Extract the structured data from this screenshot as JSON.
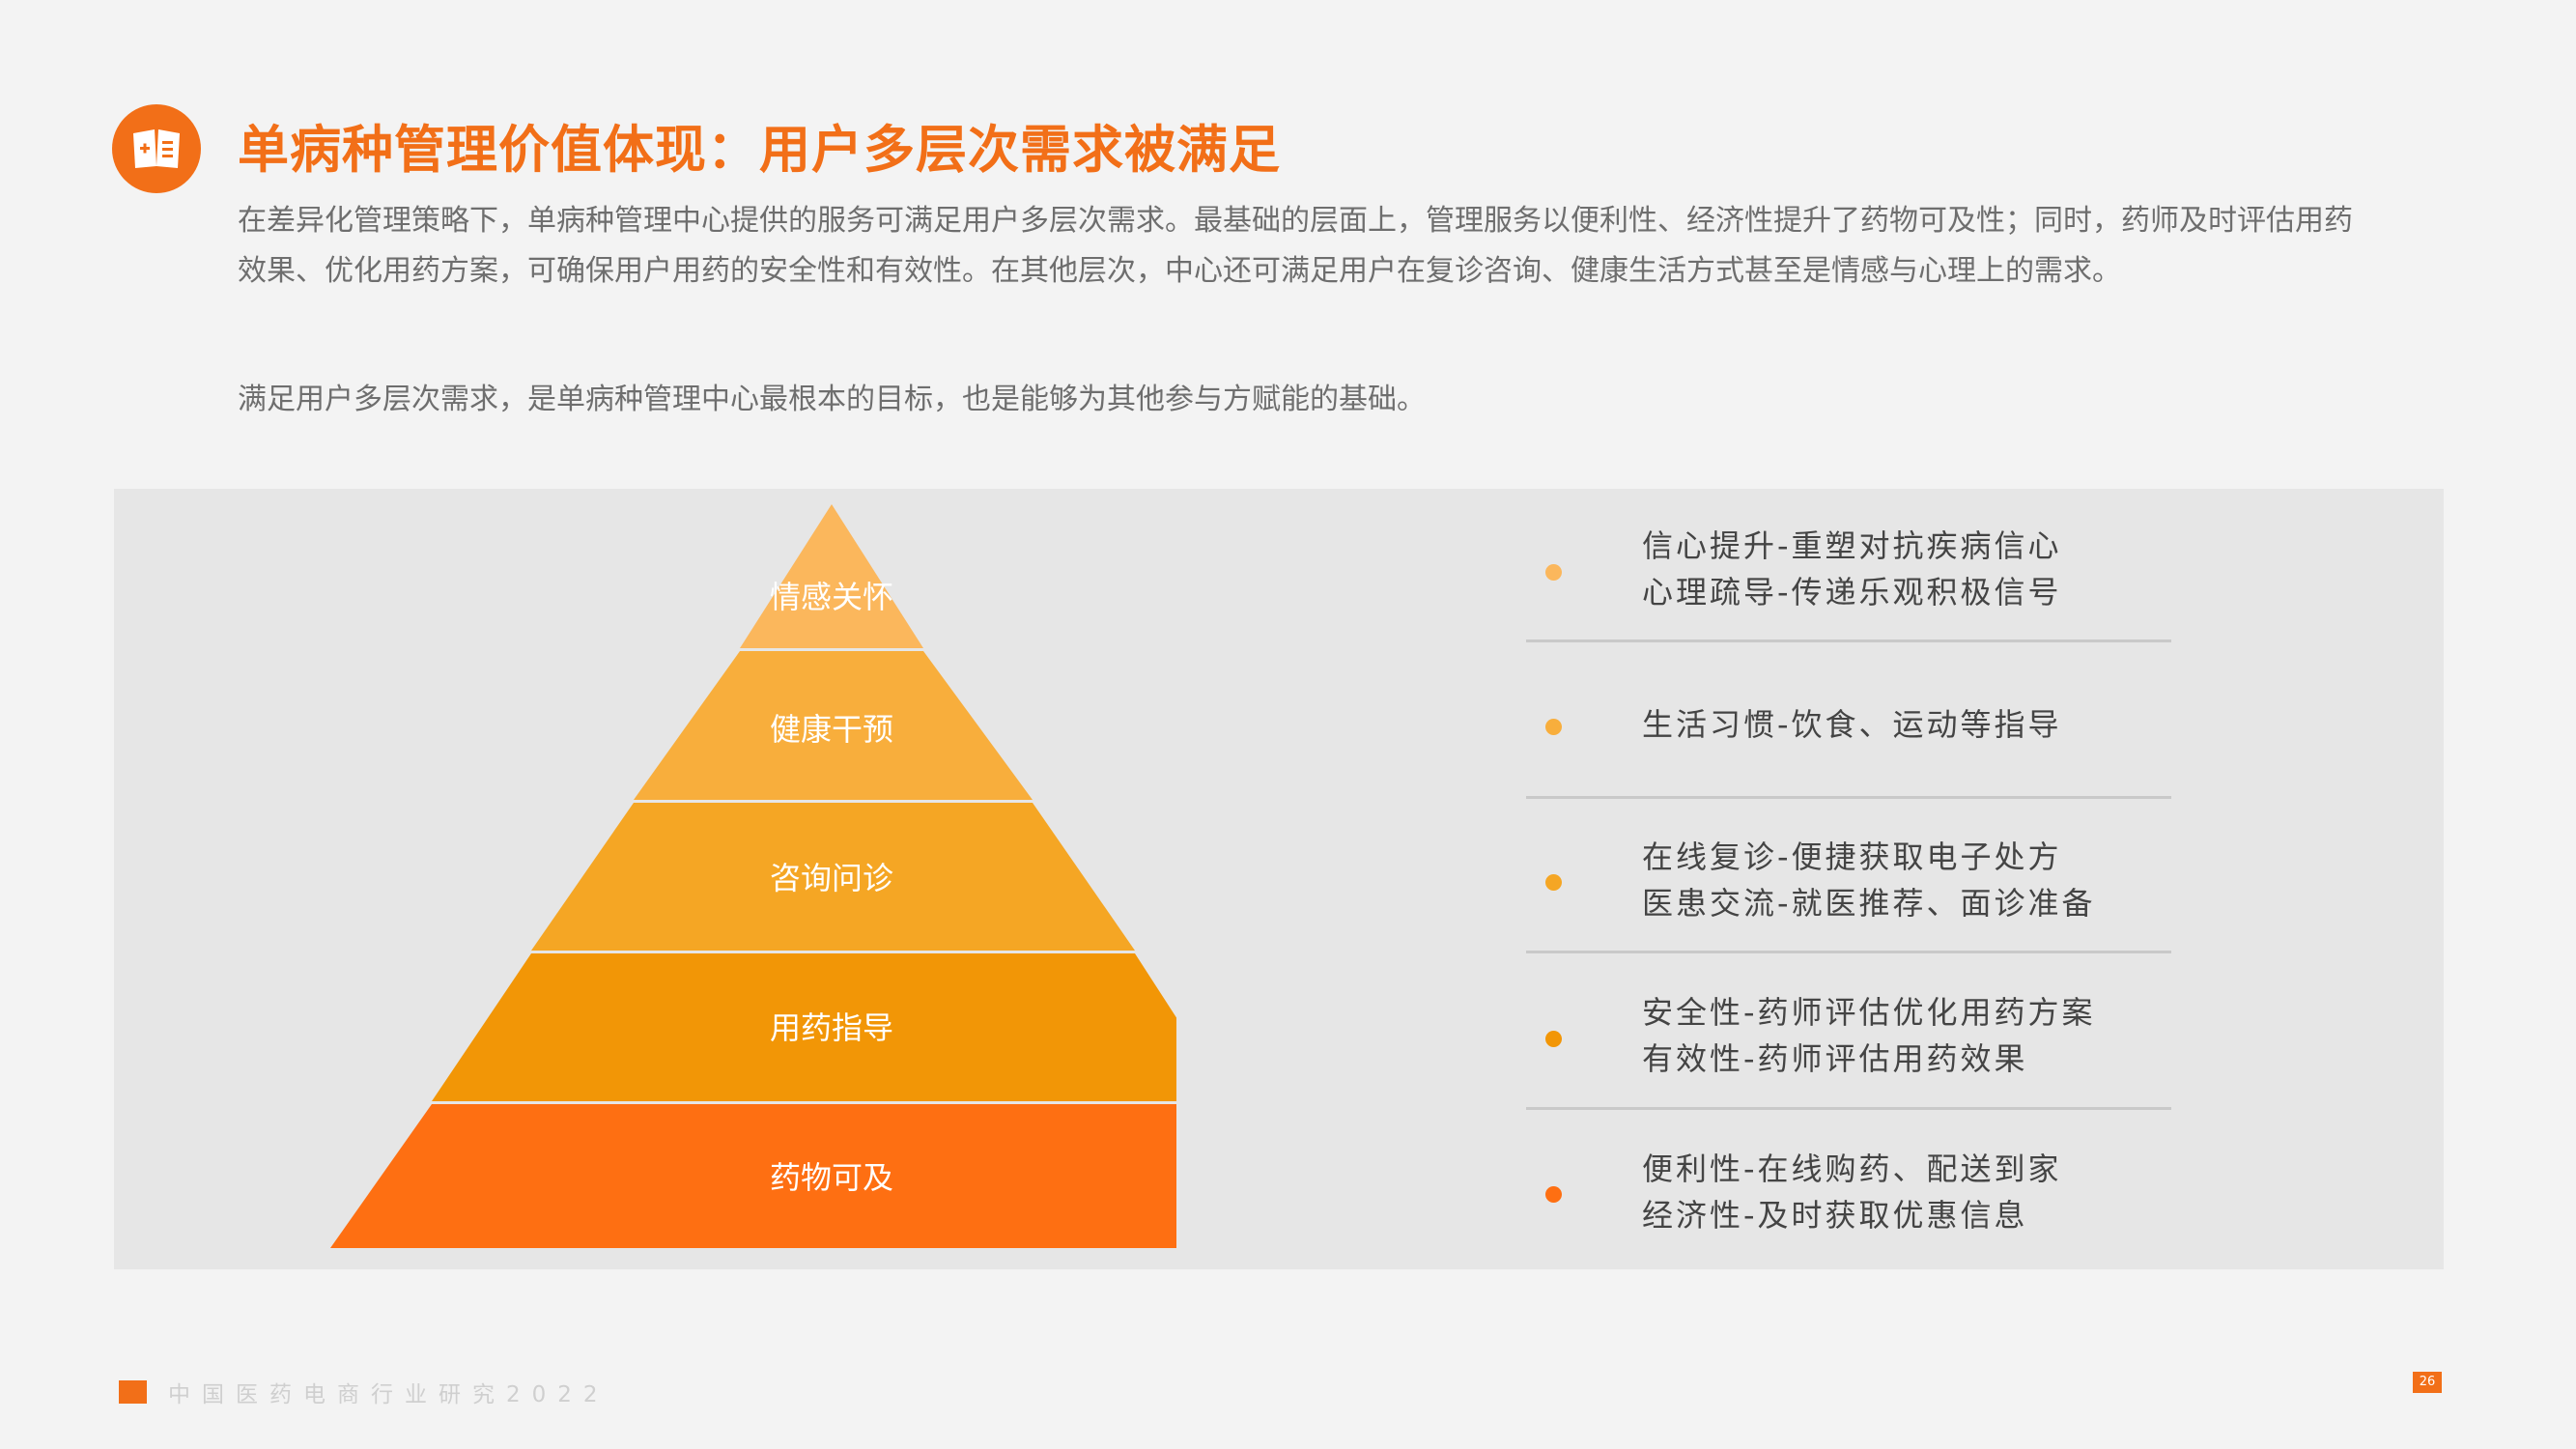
{
  "header": {
    "title": "单病种管理价值体现：用户多层次需求被满足",
    "logo_icon": "book-plus-icon"
  },
  "intro": {
    "paragraph_1": "在差异化管理策略下，单病种管理中心提供的服务可满足用户多层次需求。最基础的层面上，管理服务以便利性、经济性提升了药物可及性；同时，药师及时评估用药效果、优化用药方案，可确保用户用药的安全性和有效性。在其他层次，中心还可满足用户在复诊咨询、健康生活方式甚至是情感与心理上的需求。",
    "paragraph_2": "满足用户多层次需求，是单病种管理中心最根本的目标，也是能够为其他参与方赋能的基础。"
  },
  "pyramid": {
    "levels": [
      {
        "label": "情感关怀",
        "color": "#fbb75c",
        "dot_color": "#fbb75c",
        "lines": [
          "信心提升-重塑对抗疾病信心",
          "心理疏导-传递乐观积极信号"
        ]
      },
      {
        "label": "健康干预",
        "color": "#f8ae3c",
        "dot_color": "#f8ae3c",
        "lines": [
          "生活习惯-饮食、运动等指导"
        ]
      },
      {
        "label": "咨询问诊",
        "color": "#f5a624",
        "dot_color": "#f5a624",
        "lines": [
          "在线复诊-便捷获取电子处方",
          "医患交流-就医推荐、面诊准备"
        ]
      },
      {
        "label": "用药指导",
        "color": "#f29606",
        "dot_color": "#f29606",
        "lines": [
          "安全性-药师评估优化用药方案",
          "有效性-药师评估用药效果"
        ]
      },
      {
        "label": "药物可及",
        "color": "#fe6f12",
        "dot_color": "#fe6f12",
        "lines": [
          "便利性-在线购药、配送到家",
          "经济性-及时获取优惠信息"
        ]
      }
    ]
  },
  "footer": {
    "source": "中国医药电商行业研究2022",
    "page_number": "26"
  },
  "colors": {
    "accent": "#f26f18",
    "divider": "#c9c9c9"
  }
}
